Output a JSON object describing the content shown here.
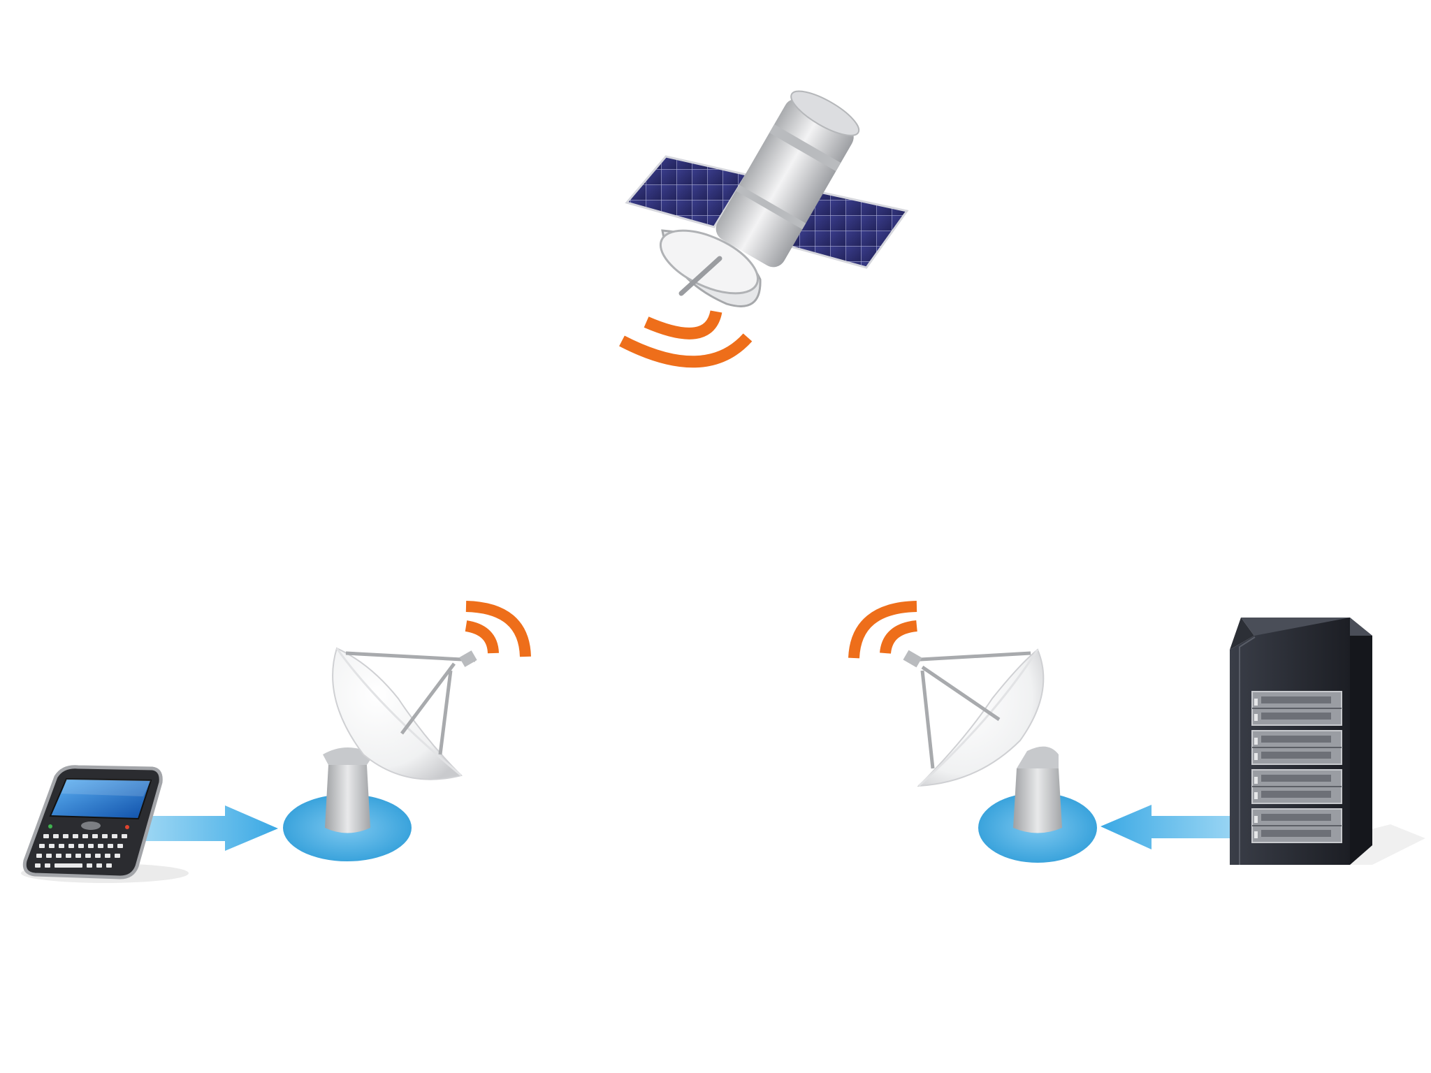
{
  "diagram": {
    "nodes": [
      {
        "id": "satellite",
        "icon": "satellite-icon"
      },
      {
        "id": "ground-station-left",
        "icon": "satellite-dish-icon"
      },
      {
        "id": "ground-station-right",
        "icon": "satellite-dish-icon"
      },
      {
        "id": "mobile-phone",
        "icon": "smartphone-icon"
      },
      {
        "id": "server",
        "icon": "server-rack-icon"
      }
    ],
    "links": [
      {
        "from": "mobile-phone",
        "to": "ground-station-left",
        "kind": "wired-arrow"
      },
      {
        "from": "server",
        "to": "ground-station-right",
        "kind": "wired-arrow"
      },
      {
        "from": "satellite",
        "kind": "wireless-signal"
      },
      {
        "from": "ground-station-left",
        "kind": "wireless-signal"
      },
      {
        "from": "ground-station-right",
        "kind": "wireless-signal"
      }
    ]
  },
  "colors": {
    "signal": "#ee6e1a",
    "arrow": "#4ab4ea",
    "dish-base": "#3aa3dc",
    "solar-panel": "#2e2f78",
    "satellite-body": "#cfd1d4",
    "server-body": "#23262e",
    "phone-screen": "#1f6fd0"
  }
}
